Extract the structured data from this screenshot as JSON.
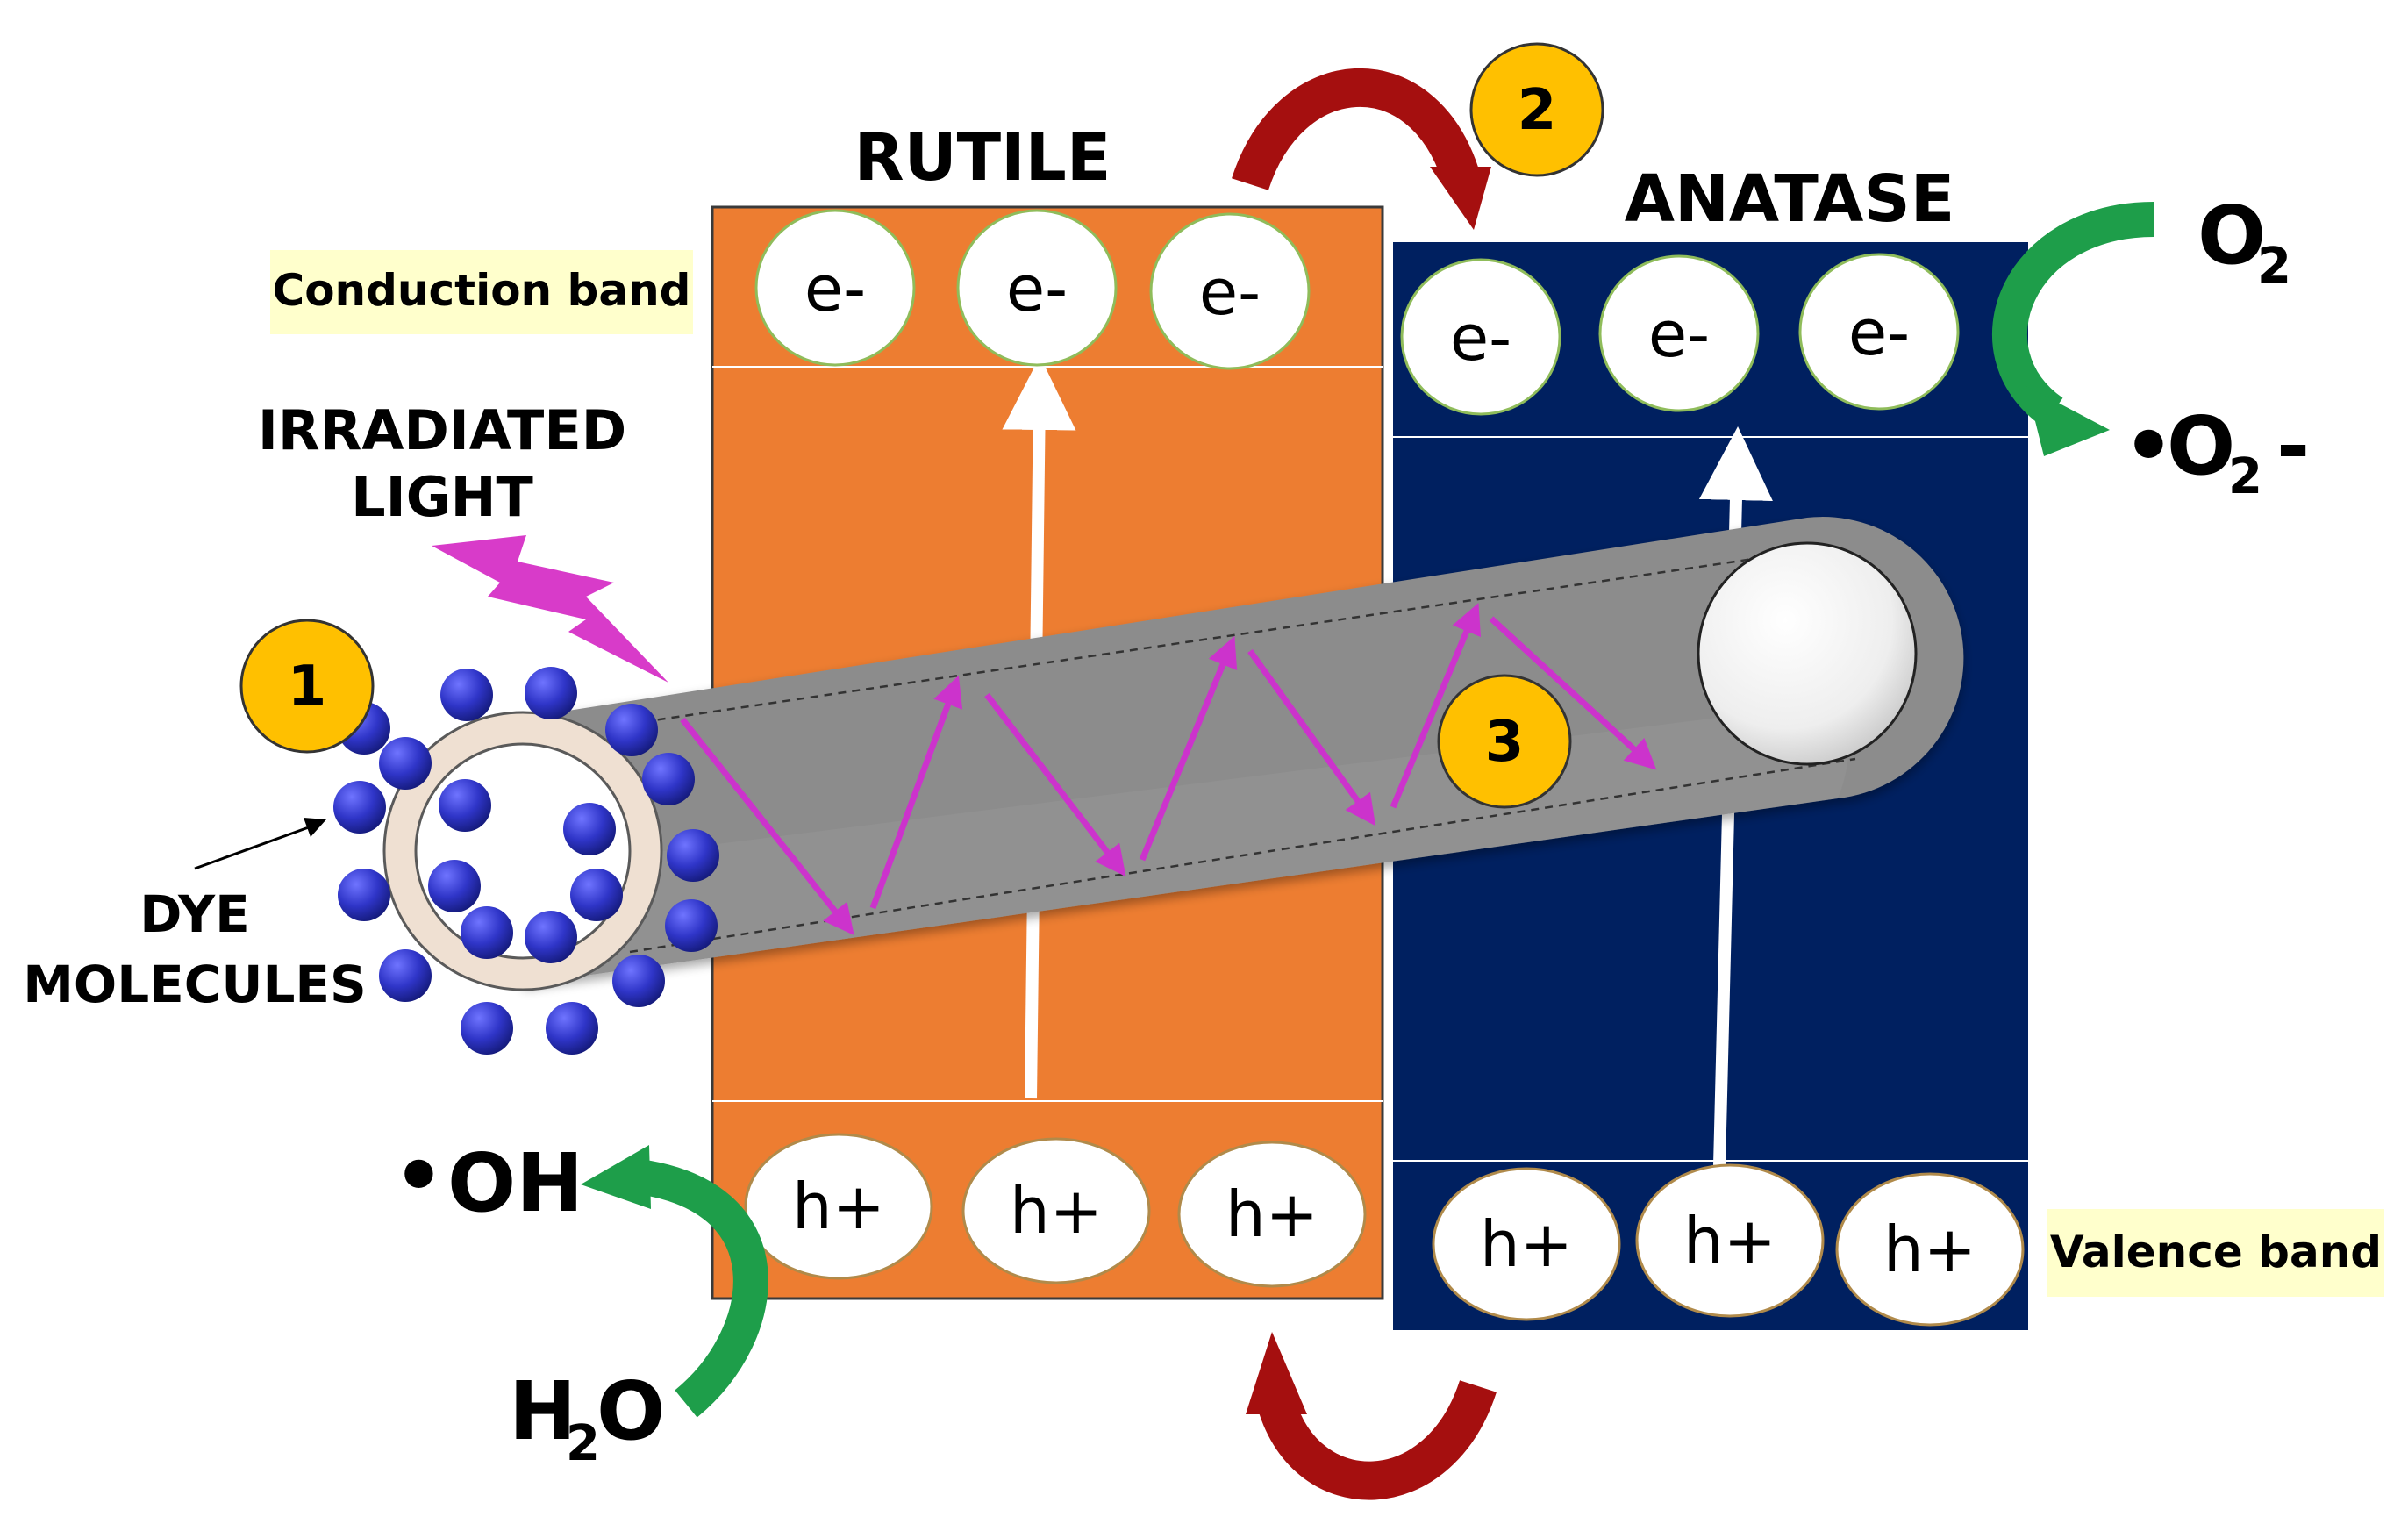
{
  "phases": {
    "rutile": "RUTILE",
    "anatase": "ANATASE"
  },
  "bands": {
    "conduction": "Conduction band",
    "valence": "Valence band"
  },
  "labels": {
    "irradiated_line1": "IRRADIATED",
    "irradiated_line2": "LIGHT",
    "dye_line1": "DYE",
    "dye_line2": "MOLECULES"
  },
  "species": {
    "electron": "e-",
    "hole": "h+",
    "hydroxyl_dot": "•",
    "hydroxyl": "OH",
    "water_h": "H",
    "water_sub": "2",
    "water_o": "O",
    "oxygen_o": "O",
    "oxygen_sub": "2",
    "superoxide_dot": "•",
    "superoxide_o": "O",
    "superoxide_sub": "2",
    "superoxide_charge": "-"
  },
  "steps": {
    "one": "1",
    "two": "2",
    "three": "3"
  },
  "colors": {
    "rutile": "#ED7D31",
    "anatase": "#002060",
    "badge": "#FFC000",
    "band_label_bg": "#FFFFCC",
    "bolt": "#D83BC9",
    "photon_path": "#CC33CC",
    "transfer_arrow": "#A50F0F",
    "redox_arrow": "#1E9E4A",
    "dye": "#2F35C8"
  },
  "icons": {
    "light": "lightning-bolt-icon",
    "transfer": "curved-arrow-icon",
    "reaction": "curved-arrow-icon"
  }
}
